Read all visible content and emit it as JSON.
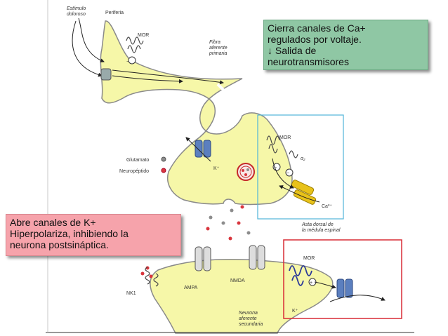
{
  "callouts": {
    "calcium": {
      "line1": "Cierra canales de Ca+",
      "line2": "regulados por voltaje.",
      "line3": "↓ Salida de",
      "line4": "neurotransmisores"
    },
    "potassium": {
      "line1": "Abre canales de K+",
      "line2": "Hiperpolariza, inhibiendo la",
      "line3": "neurona postsináptica."
    }
  },
  "labels": {
    "stimulus_1": "Estímulo",
    "stimulus_2": "doloroso",
    "periphery": "Periferia",
    "mor_top": "MOR",
    "fiber_1": "Fibra",
    "fiber_2": "aferente",
    "fiber_3": "primaria",
    "k_plus_left": "K⁺",
    "glutamate": "Glutamato",
    "neuropeptide": "Neuropéptido",
    "mor_terminal": "MOR",
    "alpha2": "α₂",
    "ca2": "Ca²⁺",
    "dorsal_horn_1": "Asta dorsal de",
    "dorsal_horn_2": "la médula espinal",
    "ampa": "AMPA",
    "nmda": "NMDA",
    "nk1": "NK1",
    "mor_post": "MOR",
    "k_plus_post": "K⁺",
    "second_neuron_1": "Neurona",
    "second_neuron_2": "aferente",
    "second_neuron_3": "secundaria",
    "minus": "−",
    "plus": "+"
  },
  "colors": {
    "neuron_fill": "#f6f7a8",
    "neuron_stroke": "#8a8a8a",
    "callout_green": "#8fc7a4",
    "callout_pink": "#f6a3ab",
    "box_blue": "#4fb5d8",
    "box_red": "#d92b35",
    "glutamate_dot": "#8c8c8c",
    "neuropeptide_dot": "#d9363e",
    "channel_blue": "#5b7fbf",
    "channel_yellow": "#e8c21a"
  }
}
